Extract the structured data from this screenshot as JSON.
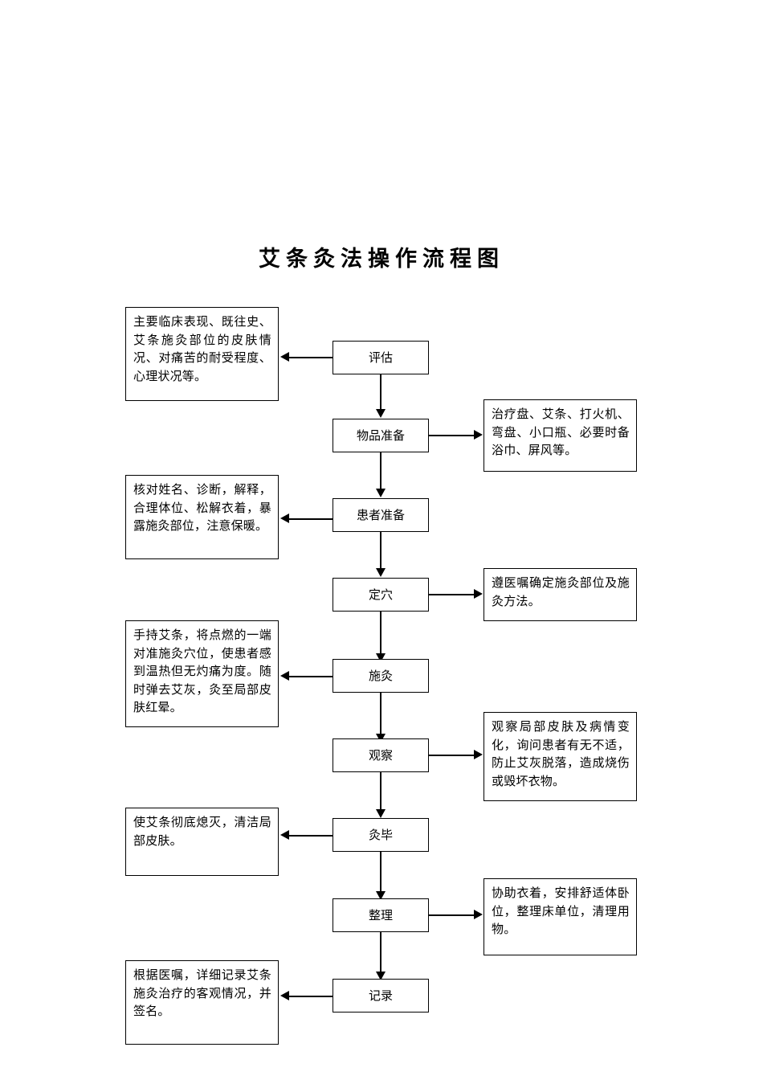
{
  "document": {
    "title": "艾条灸法操作流程图"
  },
  "flow": {
    "steps": [
      {
        "id": "assess",
        "label": "评估",
        "note_side": "left",
        "note": "主要临床表现、既往史、艾条施灸部位的皮肤情况、对痛苦的耐受程度、心理状况等。"
      },
      {
        "id": "supplies",
        "label": "物品准备",
        "note_side": "right",
        "note": "治疗盘、艾条、打火机、弯盘、小口瓶、必要时备浴巾、屏风等。"
      },
      {
        "id": "patient-prep",
        "label": "患者准备",
        "note_side": "left",
        "note": "核对姓名、诊断，解释，合理体位、松解衣着，暴露施灸部位，注意保暖。"
      },
      {
        "id": "locate-point",
        "label": "定穴",
        "note_side": "right",
        "note": "遵医嘱确定施灸部位及施灸方法。"
      },
      {
        "id": "apply-moxa",
        "label": "施灸",
        "note_side": "left",
        "note": "手持艾条，将点燃的一端对准施灸穴位，使患者感到温热但无灼痛为度。随时弹去艾灰，灸至局部皮肤红晕。"
      },
      {
        "id": "observe",
        "label": "观察",
        "note_side": "right",
        "note": "观察局部皮肤及病情变化，询问患者有无不适，防止艾灰脱落，造成烧伤或毁坏衣物。"
      },
      {
        "id": "finish-moxa",
        "label": "灸毕",
        "note_side": "left",
        "note": "使艾条彻底熄灭，清洁局部皮肤。"
      },
      {
        "id": "tidy-up",
        "label": "整理",
        "note_side": "right",
        "note": "协助衣着，安排舒适体卧位，整理床单位，清理用物。"
      },
      {
        "id": "record",
        "label": "记录",
        "note_side": "left",
        "note": "根据医嘱，详细记录艾条施灸治疗的客观情况，并签名。"
      }
    ]
  },
  "style": {
    "line_color": "#000000",
    "box_fill": "#ffffff",
    "page_background": "#ffffff"
  }
}
